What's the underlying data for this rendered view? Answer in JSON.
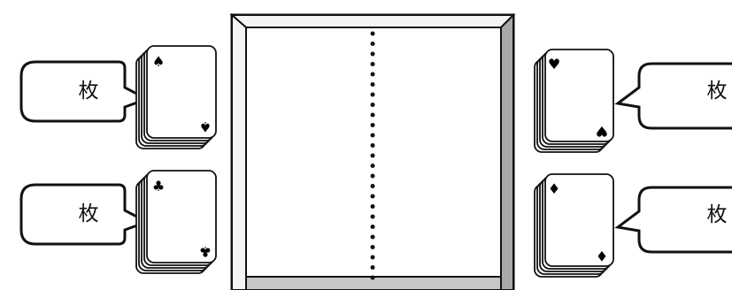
{
  "callouts": [
    {
      "id": "top-left",
      "label": "枚"
    },
    {
      "id": "bottom-left",
      "label": "枚"
    },
    {
      "id": "top-right",
      "label": "枚"
    },
    {
      "id": "bottom-right",
      "label": "枚"
    }
  ],
  "cards": [
    {
      "id": "spade",
      "suit_top": "♠",
      "suit_bottom": "♠"
    },
    {
      "id": "club",
      "suit_top": "♣",
      "suit_bottom": "♣"
    },
    {
      "id": "heart",
      "suit_top": "♥",
      "suit_bottom": "♥"
    },
    {
      "id": "diamond",
      "suit_top": "♦",
      "suit_bottom": "♦"
    }
  ],
  "colors": {
    "line": "#111111",
    "frame_fill": "#ffffff",
    "frame_bevel": "#d9d9d9",
    "frame_shadow": "#a9a9a9"
  }
}
